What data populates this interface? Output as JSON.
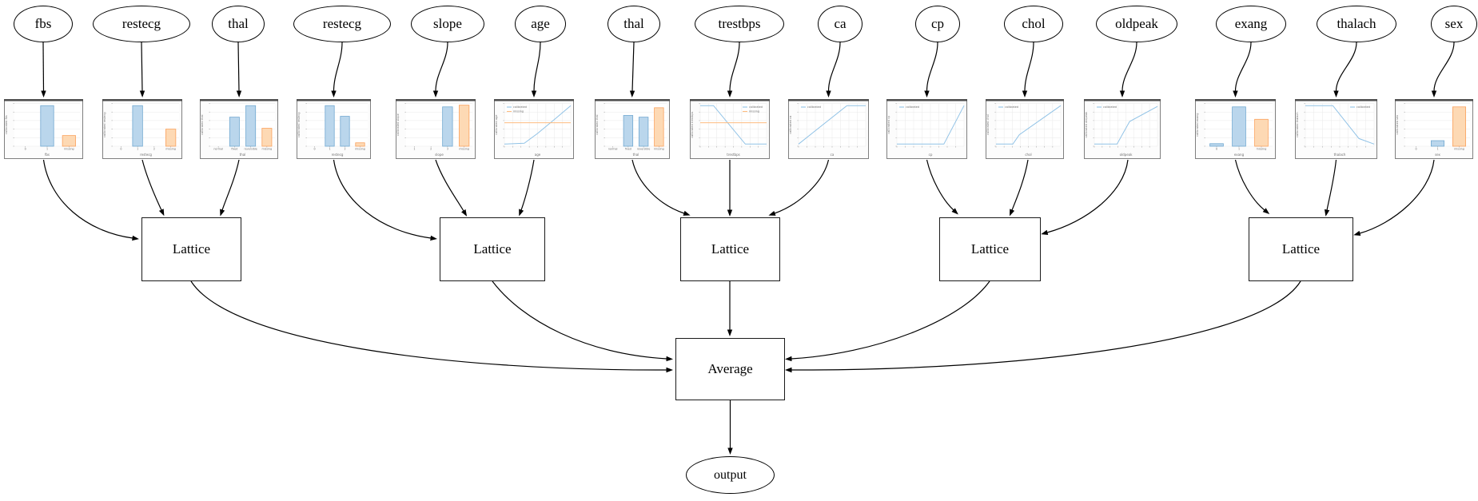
{
  "diagram": {
    "kind": "calibrated-lattice-ensemble-model-graph",
    "nodes": {
      "lattice_label": "Lattice",
      "average_label": "Average",
      "output_label": "output"
    },
    "features": [
      "fbs",
      "restecg",
      "thal",
      "restecg",
      "slope",
      "age",
      "thal",
      "trestbps",
      "ca",
      "cp",
      "chol",
      "oldpeak",
      "exang",
      "thalach",
      "sex"
    ],
    "lattice_inputs": [
      [
        0,
        1,
        2
      ],
      [
        3,
        4,
        5
      ],
      [
        6,
        7,
        8
      ],
      [
        9,
        10,
        11
      ],
      [
        12,
        13,
        14
      ]
    ]
  },
  "chart_data": [
    {
      "type": "bar",
      "feature": "fbs",
      "ylabel": "calibrated fbs",
      "xlabel": "fbs",
      "ylim": [
        0,
        1
      ],
      "categories": [
        "0",
        "1",
        "missing"
      ],
      "values": [
        0,
        0.95,
        0.25
      ],
      "bar_colors": [
        "blue",
        "blue",
        "orange"
      ]
    },
    {
      "type": "bar",
      "feature": "restecg",
      "ylabel": "calibrated restecg",
      "xlabel": "restecg",
      "ylim": [
        0,
        1
      ],
      "categories": [
        "0",
        "1",
        "2",
        "missing"
      ],
      "values": [
        0,
        0.95,
        0,
        0.4
      ],
      "bar_colors": [
        "blue",
        "blue",
        "blue",
        "orange"
      ]
    },
    {
      "type": "bar",
      "feature": "thal",
      "ylabel": "calibrated thal",
      "xlabel": "thal",
      "ylim": [
        0,
        1
      ],
      "categories": [
        "normal",
        "fixed",
        "reversible",
        "missing"
      ],
      "values": [
        0,
        0.68,
        0.95,
        0.42
      ],
      "bar_colors": [
        "blue",
        "blue",
        "blue",
        "orange"
      ]
    },
    {
      "type": "bar",
      "feature": "restecg",
      "ylabel": "calibrated restecg",
      "xlabel": "restecg",
      "ylim": [
        0,
        1
      ],
      "categories": [
        "0",
        "1",
        "2",
        "missing"
      ],
      "values": [
        0,
        0.95,
        0.7,
        0.08
      ],
      "bar_colors": [
        "blue",
        "blue",
        "blue",
        "orange"
      ]
    },
    {
      "type": "bar",
      "feature": "slope",
      "ylabel": "calibrated slope",
      "xlabel": "slope",
      "ylim": [
        0,
        1
      ],
      "categories": [
        "1",
        "2",
        "3",
        "missing"
      ],
      "values": [
        0,
        0,
        0.92,
        0.96
      ],
      "bar_colors": [
        "blue",
        "blue",
        "blue",
        "orange"
      ]
    },
    {
      "type": "line",
      "feature": "age",
      "ylabel": "calibrated age",
      "xlabel": "age",
      "ylim": [
        0,
        1
      ],
      "series": [
        {
          "name": "calibrated",
          "color": "blue",
          "x": [
            0,
            0.3,
            0.5,
            0.75,
            1
          ],
          "y": [
            0.05,
            0.07,
            0.3,
            0.62,
            0.95
          ]
        },
        {
          "name": "missing",
          "color": "orange",
          "x": [
            0,
            1
          ],
          "y": [
            0.55,
            0.55
          ]
        }
      ],
      "legend": {
        "position": "top-left",
        "entries": [
          "calibrated",
          "missing"
        ]
      }
    },
    {
      "type": "bar",
      "feature": "thal",
      "ylabel": "calibrated thal",
      "xlabel": "thal",
      "ylim": [
        0,
        1
      ],
      "categories": [
        "normal",
        "fixed",
        "reversible",
        "missing"
      ],
      "values": [
        0,
        0.72,
        0.68,
        0.9
      ],
      "bar_colors": [
        "blue",
        "blue",
        "blue",
        "orange"
      ]
    },
    {
      "type": "line",
      "feature": "trestbps",
      "ylabel": "calibrated trestbps",
      "xlabel": "trestbps",
      "ylim": [
        0,
        1
      ],
      "series": [
        {
          "name": "calibrated",
          "color": "blue",
          "x": [
            0,
            0.2,
            0.68,
            1
          ],
          "y": [
            0.95,
            0.95,
            0.05,
            0.05
          ]
        },
        {
          "name": "missing",
          "color": "orange",
          "x": [
            0,
            1
          ],
          "y": [
            0.55,
            0.55
          ]
        }
      ],
      "legend": {
        "position": "top-right",
        "entries": [
          "calibrated",
          "missing"
        ]
      }
    },
    {
      "type": "line",
      "feature": "ca",
      "ylabel": "calibrated ca",
      "xlabel": "ca",
      "ylim": [
        0,
        1
      ],
      "series": [
        {
          "name": "calibrated",
          "color": "blue",
          "x": [
            0,
            0.72,
            1
          ],
          "y": [
            0.05,
            0.95,
            0.95
          ]
        }
      ],
      "legend": {
        "position": "top-left",
        "entries": [
          "calibrated"
        ]
      }
    },
    {
      "type": "line",
      "feature": "cp",
      "ylabel": "calibrated cp",
      "xlabel": "cp",
      "ylim": [
        0,
        1
      ],
      "series": [
        {
          "name": "calibrated",
          "color": "blue",
          "x": [
            0,
            0.7,
            1
          ],
          "y": [
            0.05,
            0.05,
            0.95
          ]
        }
      ],
      "legend": {
        "position": "top-left",
        "entries": [
          "calibrated"
        ]
      }
    },
    {
      "type": "line",
      "feature": "chol",
      "ylabel": "calibrated chol",
      "xlabel": "chol",
      "ylim": [
        0,
        1
      ],
      "series": [
        {
          "name": "calibrated",
          "color": "blue",
          "x": [
            0,
            0.26,
            0.36,
            1
          ],
          "y": [
            0.05,
            0.05,
            0.27,
            0.95
          ]
        }
      ],
      "legend": {
        "position": "top-left",
        "entries": [
          "calibrated"
        ]
      }
    },
    {
      "type": "line",
      "feature": "oldpeak",
      "ylabel": "calibrated oldpeak",
      "xlabel": "oldpeak",
      "ylim": [
        0,
        1
      ],
      "series": [
        {
          "name": "calibrated",
          "color": "blue",
          "x": [
            0,
            0.36,
            0.56,
            1
          ],
          "y": [
            0.05,
            0.05,
            0.58,
            0.93
          ]
        }
      ],
      "legend": {
        "position": "top-left",
        "entries": [
          "calibrated"
        ]
      }
    },
    {
      "type": "bar",
      "feature": "exang",
      "ylabel": "calibrated exang",
      "xlabel": "exang",
      "ylim": [
        0,
        1
      ],
      "categories": [
        "0",
        "1",
        "missing"
      ],
      "values": [
        0.06,
        0.92,
        0.63
      ],
      "bar_colors": [
        "blue",
        "blue",
        "orange"
      ]
    },
    {
      "type": "line",
      "feature": "thalach",
      "ylabel": "calibrated thalach",
      "xlabel": "thalach",
      "ylim": [
        0,
        1
      ],
      "series": [
        {
          "name": "calibrated",
          "color": "blue",
          "x": [
            0,
            0.4,
            0.78,
            1
          ],
          "y": [
            0.95,
            0.95,
            0.18,
            0.05
          ]
        }
      ],
      "legend": {
        "position": "top-right",
        "entries": [
          "calibrated"
        ]
      }
    },
    {
      "type": "bar",
      "feature": "sex",
      "ylabel": "calibrated sex",
      "xlabel": "sex",
      "ylim": [
        0,
        1
      ],
      "categories": [
        "0",
        "1",
        "missing"
      ],
      "values": [
        0,
        0.13,
        0.92
      ],
      "bar_colors": [
        "blue",
        "blue",
        "orange"
      ]
    }
  ],
  "colors": {
    "bar_fill_blue": "#bad6ec",
    "bar_stroke_blue": "#71a8d1",
    "bar_fill_orange": "#fdd9b4",
    "bar_stroke_orange": "#fba15c",
    "line_blue": "#90c2e6",
    "line_orange": "#fdbc80",
    "edge": "#000000",
    "grid": "#e9e9e9",
    "chart_frame": "#7f7f7f",
    "chart_text": "#6e6e6e"
  }
}
